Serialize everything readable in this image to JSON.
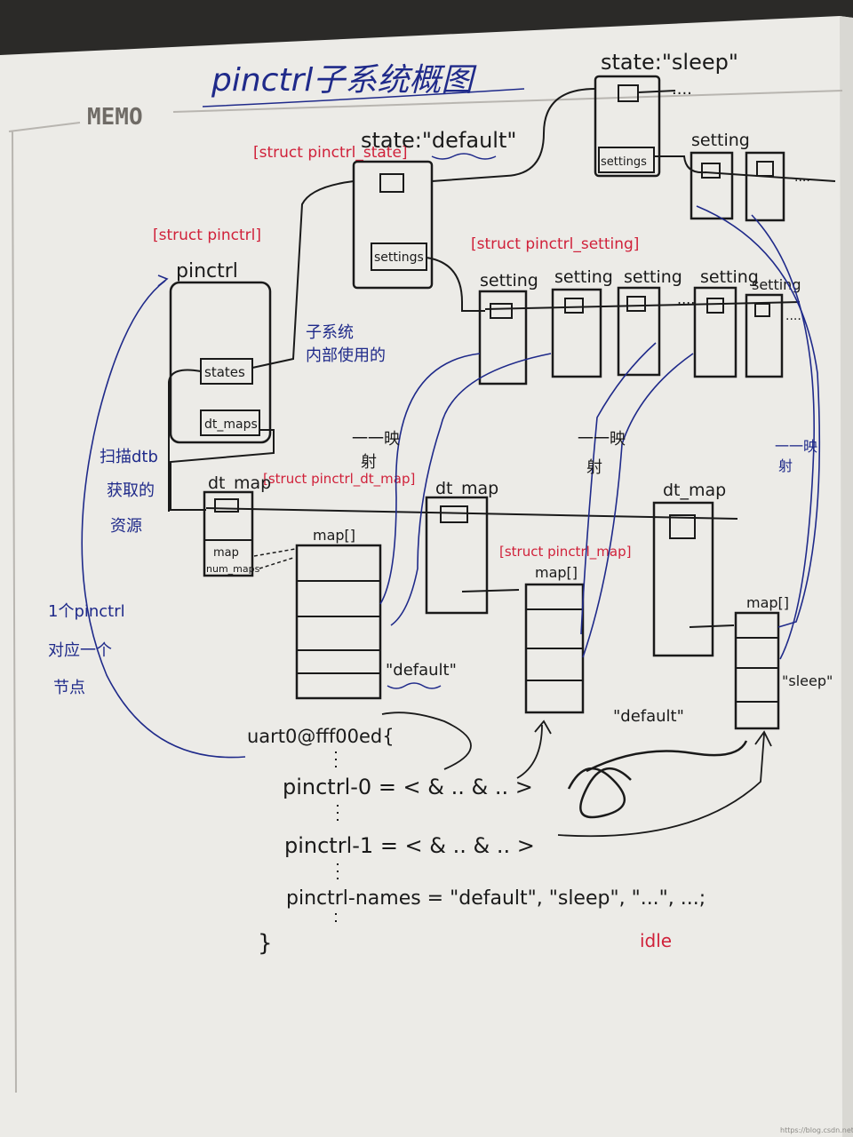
{
  "page": {
    "heading": "pinctrl子系统概图",
    "memo_label": "MEMO",
    "watermark": "https://blog.csdn.net/HHHSwordfish"
  },
  "pinctrl": {
    "type_label": "[struct pinctrl]",
    "name": "pinctrl",
    "field_states": "states",
    "field_dt_maps": "dt_maps"
  },
  "states": {
    "type_label": "[struct pinctrl_state]",
    "default_title": "state:\"default\"",
    "sleep_title": "state:\"sleep\"",
    "field_settings": "settings",
    "field_settings_sleep": "settings",
    "note_internal": [
      "子系统",
      "内部使用的"
    ]
  },
  "settings": {
    "type_label": "[struct pinctrl_setting]",
    "item_label": "setting",
    "ellipsis": "...."
  },
  "dt_maps": {
    "type_label": "[struct pinctrl_dt_map]",
    "item_label": "dt_map",
    "field_map": "map",
    "field_num_maps": "num_maps",
    "note_scan": [
      "扫描dtb",
      "获取的",
      "资源"
    ]
  },
  "maps": {
    "type_label": "[struct pinctrl_map]",
    "item_label": "map[]",
    "default_label": "\"default\"",
    "default_label_2": "\"default\"",
    "sleep_label": "\"sleep\"",
    "mapping_note": [
      "一一映",
      "射"
    ]
  },
  "device_node": {
    "note": [
      "1个pinctrl",
      "对应一个",
      "节点"
    ],
    "node_name": "uart0@fff00ed{",
    "line_0": "pinctrl-0 = < & ..  & .. >",
    "line_1": "pinctrl-1 = < & ..  & .. >",
    "line_names": "pinctrl-names = \"default\", \"sleep\", \"...\", ...;",
    "close": "}",
    "idle_label": "idle"
  },
  "colors": {
    "paper": "#ecebe7",
    "ink": "#1a1a1a",
    "blue": "#1f2a8a",
    "red": "#d0213a"
  }
}
